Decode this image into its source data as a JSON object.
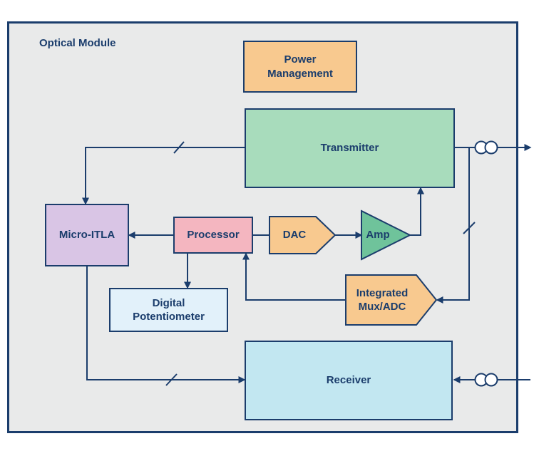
{
  "palette": {
    "navy": "#1b3d6c",
    "module_background": "#e9eaea",
    "orange": "#f8c98f",
    "green_block": "#a8dcbc",
    "green_amp": "#6fc39b",
    "lavender": "#d9c5e5",
    "pink": "#f4b6c0",
    "pale_blue": "#e2f1fa",
    "light_cyan": "#c2e7f1",
    "white": "#ffffff"
  },
  "diagram": {
    "title": "Optical Module",
    "nodes": {
      "power_management": {
        "label": "Power Management"
      },
      "transmitter": {
        "label": "Transmitter"
      },
      "micro_itla": {
        "label": "Micro-ITLA"
      },
      "processor": {
        "label": "Processor"
      },
      "dac": {
        "label": "DAC"
      },
      "amp": {
        "label": "Amp"
      },
      "integrated_mux_adc": {
        "label": "Integrated Mux/ADC"
      },
      "digital_potentiometer": {
        "label": "Digital Potentiometer"
      },
      "receiver": {
        "label": "Receiver"
      }
    }
  }
}
